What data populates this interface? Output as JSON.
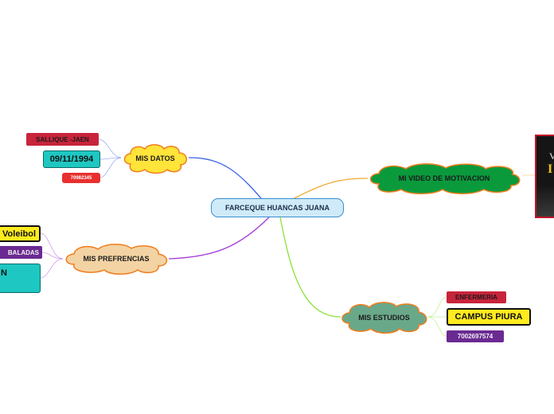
{
  "central": {
    "label": "FARCEQUE HUANCAS JUANA"
  },
  "branches": {
    "datos": {
      "label": "MIS DATOS",
      "children": [
        "SALLIQUE -JAEN",
        "09/11/1994",
        "70982345"
      ]
    },
    "video": {
      "label": "MI VIDEO DE MOTIVACION",
      "thumbnail_text": [
        "V",
        "I"
      ]
    },
    "preferencias": {
      "label": "MIS PREFRENCIAS",
      "children": [
        "Voleibol",
        "BALADAS",
        "N"
      ]
    },
    "estudios": {
      "label": "MIS ESTUDIOS",
      "children": [
        "ENFERMERIA",
        "CAMPUS PIURA",
        "7002697574"
      ]
    }
  },
  "colors": {
    "link_datos": "#3a62e6",
    "link_video": "#f0a830",
    "link_preferencias": "#a33ad6",
    "link_estudios": "#88e23a",
    "cloud_datos": "#ffe43a",
    "cloud_video": "#0a9a3c",
    "cloud_preferencias": "#f3d3a3",
    "cloud_estudios": "#6aa88a",
    "cloud_border": "#f07d1e",
    "tag_red": "#c8243c",
    "tag_teal": "#1ec7c1",
    "tag_yellow": "#ffeb1e",
    "tag_purple": "#6a2a92"
  }
}
